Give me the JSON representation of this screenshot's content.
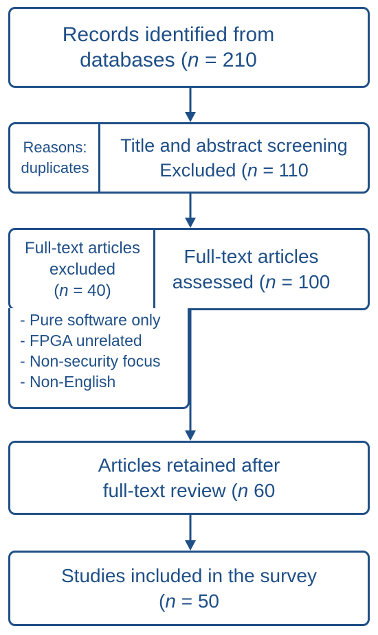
{
  "colors": {
    "stroke": "#1f4f87",
    "text": "#1f4f87",
    "background": "#ffffff"
  },
  "identification": {
    "line1": "Records identified from",
    "line2_prefix": "databases (",
    "n_symbol": "n",
    "line2_suffix": " = 210"
  },
  "screening": {
    "side_line1": "Reasons:",
    "side_line2": "duplicates",
    "main_line1": "Title and abstract screening",
    "main_line2_prefix": "Excluded (",
    "n_symbol": "n",
    "main_line2_suffix": " = 110"
  },
  "eligibility": {
    "excluded_line1": "Full-text articles",
    "excluded_line2": "excluded",
    "excluded_line3_prefix": "(",
    "n_symbol": "n",
    "excluded_line3_suffix": " = 40)",
    "assessed_line1": "Full-text articles",
    "assessed_line2_prefix": "assessed (",
    "assessed_line2_suffix": " = 100",
    "reasons": [
      "- Pure software only",
      "- FPGA unrelated",
      "- Non-security focus",
      "- Non-English"
    ]
  },
  "retained": {
    "line1": "Articles retained after",
    "line2_prefix": "full-text review (",
    "n_symbol": "n",
    "line2_suffix": " 60"
  },
  "included": {
    "line1": "Studies included in the survey",
    "line2_prefix": "(",
    "n_symbol": "n",
    "line2_suffix": " = 50"
  }
}
